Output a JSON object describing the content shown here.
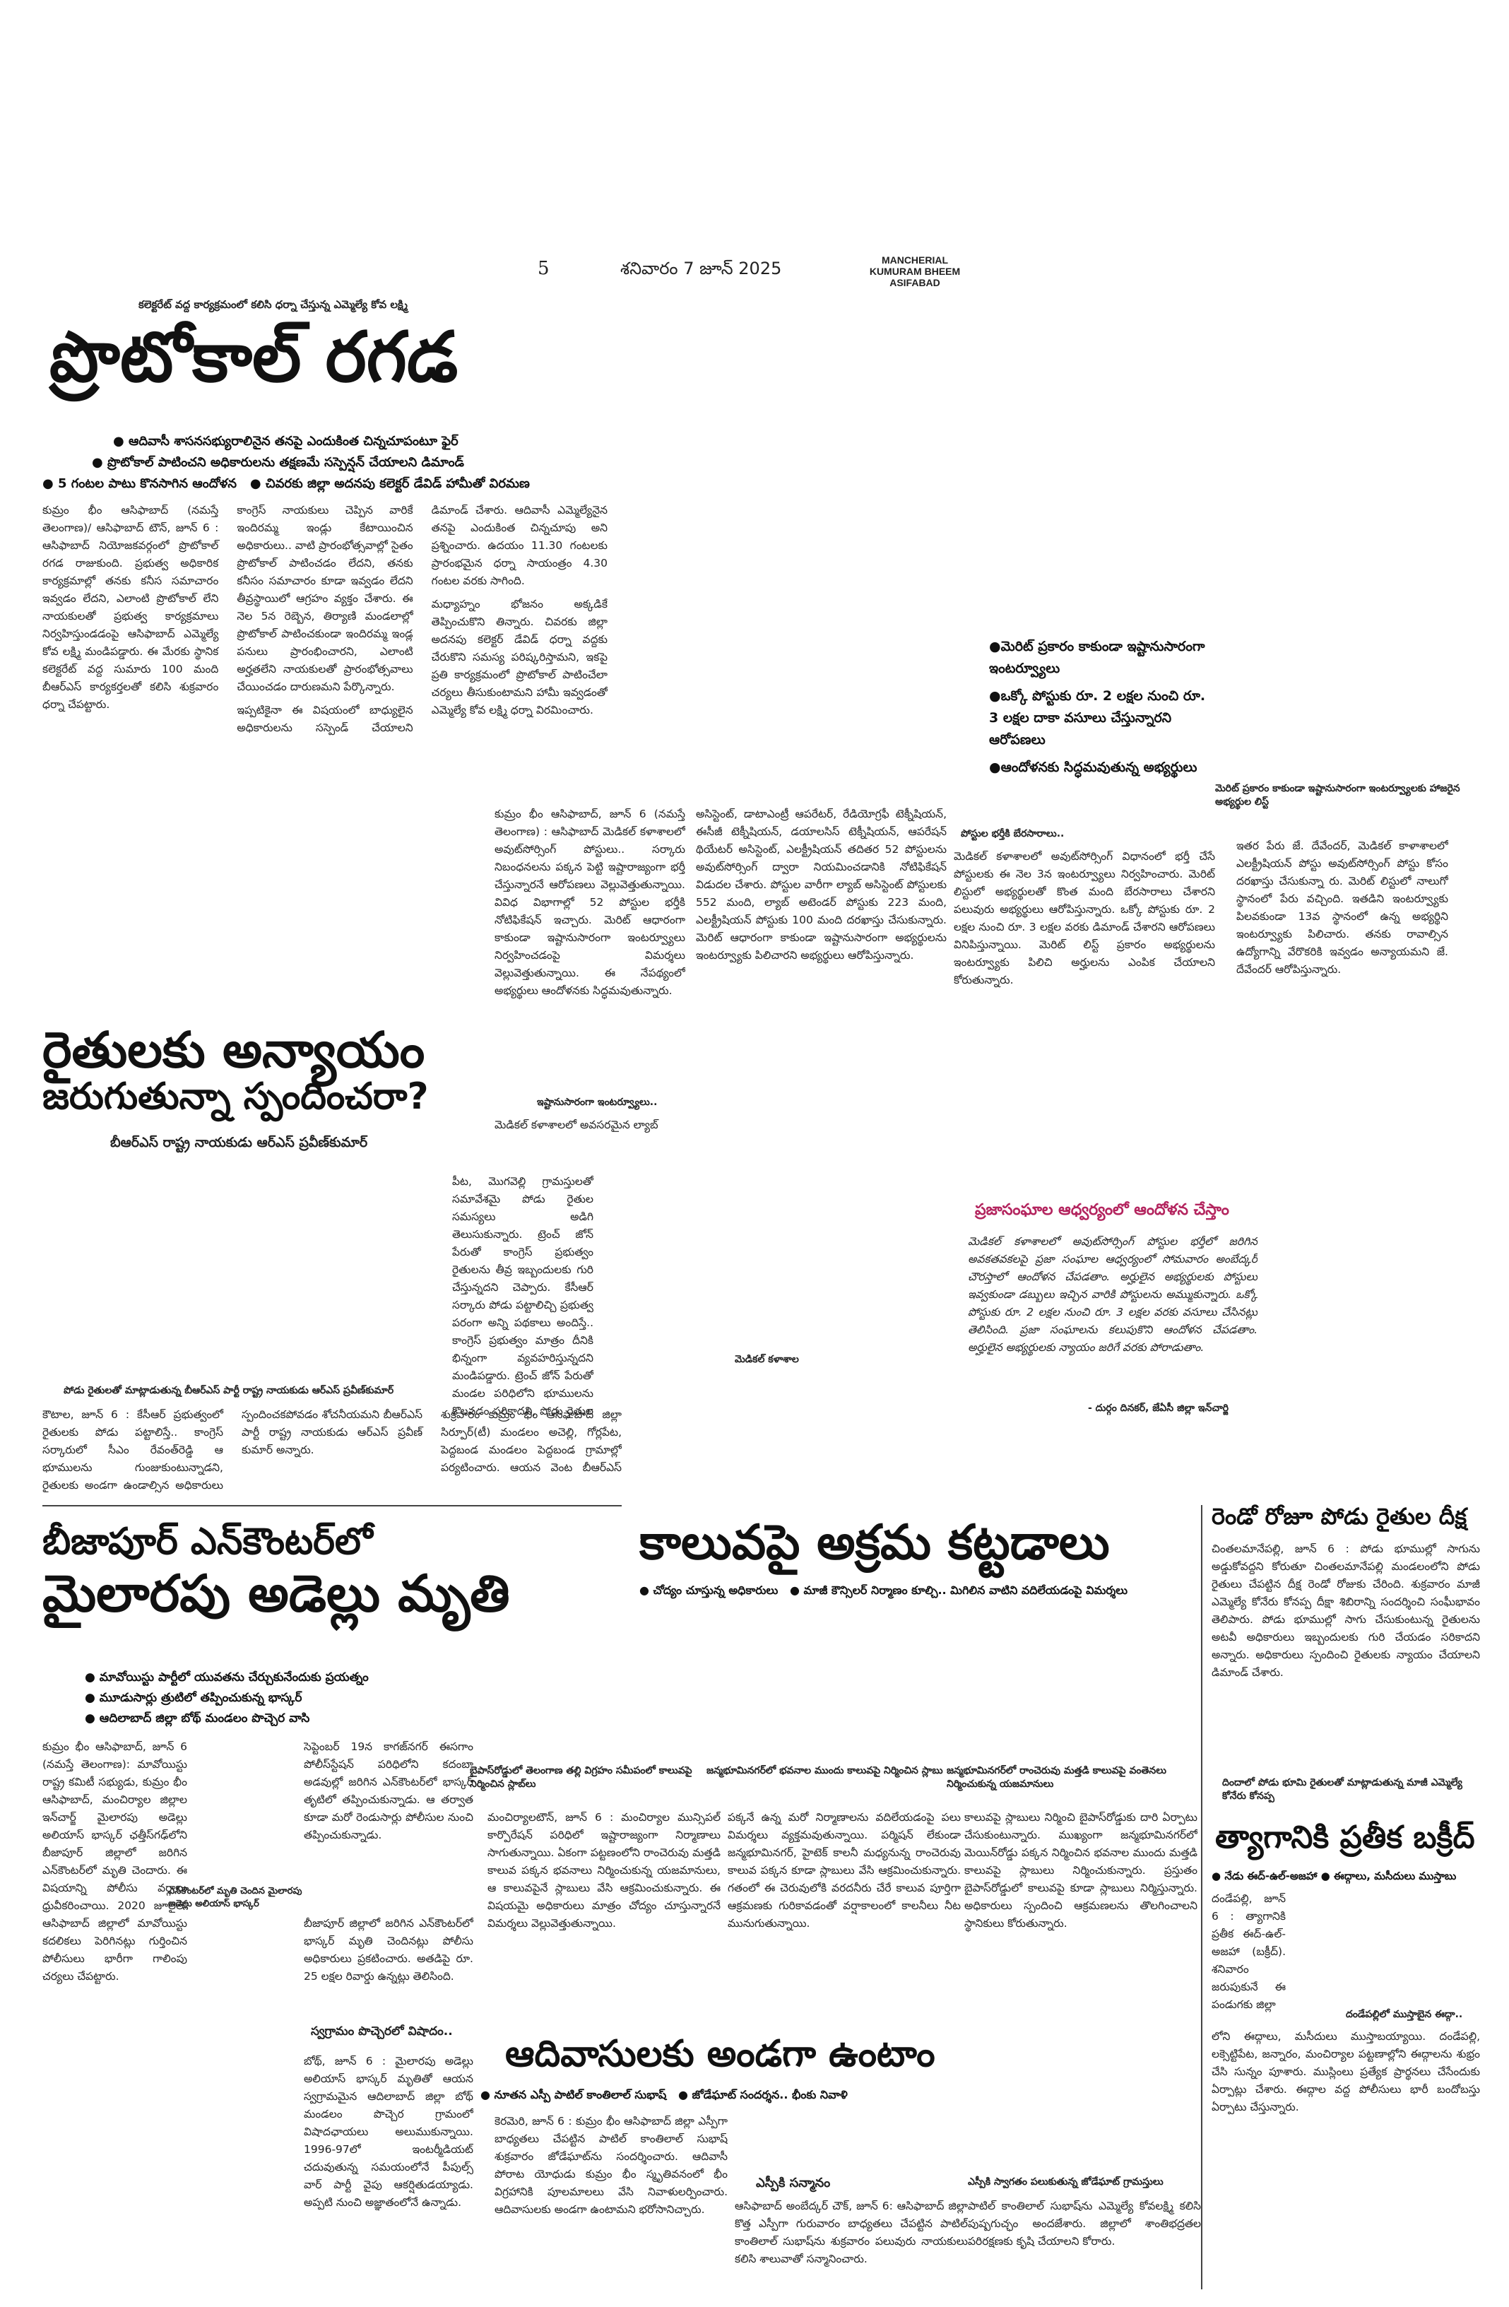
{
  "masthead": {
    "page_number": "5",
    "date": "శనివారం 7 జూన్ 2025",
    "edition": [
      "MANCHERIAL",
      "KUMURAM BHEEM",
      "ASIFABAD"
    ]
  },
  "lead": {
    "kicker": "కలెక్టరేట్ వద్ద కార్యక్రమంలో కలిసి ధర్నా చేస్తున్న ఎమ్మెల్యే కోవ లక్ష్మి",
    "headline": "ప్రొటోకాల్ రగడ",
    "bullets": [
      "ఆదివాసీ శాసనసభ్యురాలినైన తనపై ఎందుకింత చిన్నచూపంటూ ఫైర్",
      "ప్రొటోకాల్ పాటించని అధికారులను తక్షణమే సస్పెన్షన్ చేయాలని డిమాండ్",
      "5 గంటల పాటు కొనసాగిన ఆందోళన",
      "చివరకు జిల్లా అదనపు కలెక్టర్ డేవిడ్ హామీతో విరమణ"
    ],
    "paragraphs": [
      "కుమ్రం భీం ఆసిఫాబాద్ (నమస్తే తెలంగాణ)/ ఆసిఫాబాద్ టౌన్, జూన్ 6 : ఆసిఫాబాద్ నియోజకవర్గంలో ప్రొటోకాల్ రగడ రాజుకుంది. ప్రభుత్వ అధికారిక కార్యక్రమాల్లో తనకు కనీస సమాచారం ఇవ్వడం లేదని, ఎలాంటి ప్రొటోకాల్ లేని నాయకులతో ప్రభుత్వ కార్యక్రమాలు నిర్వహిస్తుండడంపై ఆసిఫాబాద్ ఎమ్మెల్యే కోవ లక్ష్మి మండిపడ్డారు. ఈ మేరకు స్థానిక కలెక్టరేట్ వద్ద సుమారు 100 మంది బీఆర్ఎస్ కార్యకర్తలతో కలిసి శుక్రవారం ధర్నా చేపట్టారు.",
      "కాంగ్రెస్ నాయకులు చెప్పిన వారికే ఇందిరమ్మ ఇండ్లు కేటాయించిన అధికారులు.. వాటి ప్రారంభోత్సవాల్లో సైతం ప్రొటోకాల్ పాటించడం లేదని, తనకు కనీసం సమాచారం కూడా ఇవ్వడం లేదని తీవ్రస్థాయిలో ఆగ్రహం వ్యక్తం చేశారు. ఈ నెల 5న రెబ్బెన, తిర్యాణి మండలాల్లో ప్రొటోకాల్ పాటించకుండా ఇందిరమ్మ ఇండ్ల పనులు ప్రారంభించారని, ఎలాంటి అర్హతలేని నాయకులతో ప్రారంభోత్సవాలు చేయించడం దారుణమని పేర్కొన్నారు.",
      "ఇప్పటికైనా ఈ విషయంలో బాధ్యులైన అధికారులను సస్పెండ్ చేయాలని డిమాండ్ చేశారు. ఆదివాసీ ఎమ్మెల్యేనైన తనపై ఎందుకింత చిన్నచూపు అని ప్రశ్నించారు. ఉదయం 11.30 గంటలకు ప్రారంభమైన ధర్నా సాయంత్రం 4.30 గంటల వరకు సాగింది.",
      "మధ్యాహ్నం భోజనం అక్కడికే తెప్పించుకొని తిన్నారు. చివరకు జిల్లా అదనపు కలెక్టర్ డేవిడ్ ధర్నా వద్దకు చేరుకొని సమస్య పరిష్కరిస్తామని, ఇకపై ప్రతి కార్యక్రమంలో ప్రొటోకాల్ పాటించేలా చర్యలు తీసుకుంటామని హామీ ఇవ్వడంతో ఎమ్మెల్యే కోవ లక్ష్మి ధర్నా విరమించారు."
    ]
  },
  "farmers_story": {
    "headline_line1": "రైతులకు అన్యాయం",
    "headline_line2": "జరుగుతున్నా స్పందించరా?",
    "byline": "బీఆర్ఎస్ రాష్ట్ర నాయకుడు ఆర్ఎస్ ప్రవీణ్‌కుమార్",
    "photo_caption": "పోడు రైతులతో మాట్లాడుతున్న బీఆర్ఎస్ పార్టీ రాష్ట్ర నాయకుడు ఆర్ఎస్ ప్రవీణ్‌కుమార్",
    "column_top": "పీట, మొగవెల్లి గ్రామస్తులతో సమావేశమై పోడు రైతుల సమస్యలు అడిగి తెలుసుకున్నారు. ట్రెంచ్ జోన్ పేరుతో కాంగ్రెస్ ప్రభుత్వం రైతులను తీవ్ర ఇబ్బందులకు గురి చేస్తున్నదని చెప్పారు. కేసీఆర్ సర్కారు పోడు పట్టాలిచ్చి ప్రభుత్వ పరంగా అన్ని పథకాలు అందిస్తే.. కాంగ్రెస్ ప్రభుత్వం మాత్రం దీనికి భిన్నంగా వ్యవహరిస్తున్నదని మండిపడ్డారు. ట్రెంచ్ జోన్ పేరుతో మండల పరిధిలోని భూములను కొలవడం సరికాదని, పోడు రైతుల భూములను లాక్కొనే ప్రయత్నం జరుగుతుందన్నారు. కాంగ్రెస్ ప్రభుత్వం వచ్చినప్పటి నుంచి రైతులకు అన్ని రకాలుగా అన్యాయం జరుగుతుందని ఆరోపించారు.",
    "paragraphs": [
      "కౌటాల, జూన్ 6 : కేసీఆర్ ప్రభుత్వంలో రైతులకు పోడు పట్టాలిస్తే.. కాంగ్రెస్ సర్కారులో సీఎం రేవంత్‌రెడ్డి ఆ భూములను గుంజుకుంటున్నాడని, రైతులకు అండగా ఉండాల్సిన అధికారులు స్పందించకపోవడం శోచనీయమని బీఆర్ఎస్ పార్టీ రాష్ట్ర నాయకుడు ఆర్ఎస్ ప్రవీణ్ కుమార్ అన్నారు.",
      "శుక్రవారం కుమ్రం భీం ఆసిఫాబాద్ జిల్లా సిర్పూర్(టీ) మండలం అచెల్లి, గోర్లపేట, పెద్దబండ మండలం పెద్దబండ గ్రామాల్లో పర్యటించారు. ఆయన వెంట బీఆర్ఎస్ నాయకులు, కార్యకర్తలు, పోడు రైతులు ఉన్నారు."
    ]
  },
  "right_box": {
    "items": [
      "మెరిట్ ప్రకారం కాకుండా ఇష్టానుసారంగా ఇంటర్వ్యూలు",
      "ఒక్కో పోస్టుకు రూ. 2 లక్షల నుంచి రూ. 3 లక్షల దాకా వసూలు చేస్తున్నారని ఆరోపణలు",
      "ఆందోళనకు సిద్ధమవుతున్న అభ్యర్థులు"
    ],
    "photo_caption": "మెరిట్ ప్రకారం కాకుండా ఇష్టానుసారంగా ఇంటర్వ్యూలకు హాజరైన అభ్యర్థుల లిస్ట్",
    "side_column": "ఇతర పేరు జే. దేవేందర్, మెడికల్ కాళాశాలలో ఎలక్ట్రీషియన్ పోస్టు అవుట్‌సోర్సింగ్ పోస్టు కోసం దరఖాస్తు చేసుకున్నా రు. మెరిట్ లిస్టులో నాలుగో స్థానంలో పేరు వచ్చింది. ఇతడిని ఇంటర్వ్యూకు పిలవకుండా 13వ స్థానంలో ఉన్న అభ్యర్థిని ఇంటర్వ్యూకు పిలిచారు. తనకు రావాల్సిన ఉద్యోగాన్ని వేరొకరికి ఇవ్వడం అన్యాయమని జే. దేవేందర్ ఆరోపిస్తున్నారు."
  },
  "medical_story": {
    "col1": "కుమ్రం భీం ఆసిఫాబాద్, జూన్ 6 (నమస్తే తెలంగాణ) : ఆసిఫాబాద్ మెడికల్ కళాశాలలో అవుట్‌సోర్సింగ్ పోస్టులు.. సర్కారు నిబంధనలను పక్కన పెట్టి ఇష్టారాజ్యంగా భర్తీ చేస్తున్నారనే ఆరోపణలు వెల్లువెత్తుతున్నాయి. వివిధ విభాగాల్లో 52 పోస్టుల భర్తీకి నోటిఫికేషన్ ఇచ్చారు. మెరిట్ ఆధారంగా కాకుండా ఇష్టానుసారంగా ఇంటర్వ్యూలు నిర్వహించడంపై విమర్శలు వెల్లువెత్తుతున్నాయి. ఈ నేపథ్యంలో అభ్యర్థులు ఆందోళనకు సిద్ధమవుతున్నారు.",
    "col1_subhead": "ఇష్టానుసారంగా ఇంటర్వ్యూలు..",
    "col1_tail": "మెడికల్ కళాశాలలో అవసరమైన ల్యాబ్",
    "col2": "అసిస్టెంట్, డాటాఎంట్రీ ఆపరేటర్, రేడియోగ్రఫీ టెక్నీషియన్, ఈసీజీ టెక్నీషియన్, డయాలసిస్ టెక్నీషియన్, ఆపరేషన్ థియేటర్ అసిస్టెంట్, ఎలక్ట్రీషియన్ తదితర 52 పోస్టులను అవుట్‌సోర్సింగ్ ద్వారా నియమించడానికి నోటిఫికేషన్ విడుదల చేశారు. పోస్టుల వారీగా ల్యాబ్ అసిస్టెంట్ పోస్టులకు 552 మంది, ల్యాబ్ అటెండర్ పోస్టుకు 223 మంది, ఎలక్ట్రీషియన్ పోస్టుకు 100 మంది దరఖాస్తు చేసుకున్నారు. మెరిట్ ఆధారంగా కాకుండా ఇష్టానుసారంగా అభ్యర్థులను ఇంటర్వ్యూకు పిలిచారని అభ్యర్థులు ఆరోపిస్తున్నారు.",
    "col3_subhead": "పోస్టుల భర్తీకి బేరసారాలు..",
    "col3": "మెడికల్ కళాశాలలో అవుట్‌సోర్సింగ్ విధానంలో భర్తీ చేసే పోస్టులకు ఈ నెల 3న ఇంటర్వ్యూలు నిర్వహించారు. మెరిట్ లిస్టులో అభ్యర్థులతో కొంత మంది బేరసారాలు చేశారని పలువురు అభ్యర్థులు ఆరోపిస్తున్నారు. ఒక్కో పోస్టుకు రూ. 2 లక్షల నుంచి రూ. 3 లక్షల వరకు డిమాండ్ చేశారని ఆరోపణలు వినిపిస్తున్నాయి. మెరిట్ లిస్ట్ ప్రకారం అభ్యర్థులను ఇంటర్వ్యూకు పిలిచి అర్హులను ఎంపిక చేయాలని కోరుతున్నారు.",
    "photo_caption": "మెడికల్ కళాశాల"
  },
  "quote_box": {
    "heading": "ప్రజాసంఘాల ఆధ్వర్యంలో ఆందోళన చేస్తాం",
    "text": "మెడికల్ కళాశాలలో అవుట్‌సోర్సింగ్ పోస్టుల భర్తీలో జరిగిన అవకతవకలపై ప్రజా సంఘాల ఆధ్వర్యంలో సోమవారం అంబేద్కర్ చౌరస్తాలో ఆందోళన చేపడతాం. అర్హులైన అభ్యర్థులకు పోస్టులు ఇవ్వకుండా డబ్బులు ఇచ్చిన వారికి పోస్టులను అమ్ముకున్నారు. ఒక్కో పోస్టుకు రూ. 2 లక్షల నుంచి రూ. 3 లక్షల వరకు వసూలు చేసినట్లు తెలిసింది. ప్రజా సంఘాలను కలుపుకొని ఆందోళన చేపడతాం. అర్హులైన అభ్యర్థులకు న్యాయం జరిగే వరకు పోరాడుతాం.",
    "attribution": "- దుర్గం దినకర్, జేఏసీ జిల్లా ఇన్‌చార్జి"
  },
  "encounter_story": {
    "headline_line1": "బీజాపూర్ ఎన్‌కౌంటర్‌లో",
    "headline_line2": "మైలారపు అడెల్లు మృతి",
    "bullets": [
      "మావోయిస్టు పార్టీలో యువతను చేర్చుకునేందుకు ప్రయత్నం",
      "మూడుసార్లు త్రుటిలో తప్పించుకున్న భాస్కర్",
      "ఆదిలాబాద్ జిల్లా బోథ్ మండలం పొచ్చెర వాసి"
    ],
    "col1": "కుమ్రం భీం ఆసిఫాబాద్, జూన్ 6 (నమస్తే తెలంగాణ): మావోయిస్టు రాష్ట్ర కమిటీ సభ్యుడు, కుమ్రం భీం ఆసిఫాబాద్, మంచిర్యాల జిల్లాల ఇన్‌చార్జ్ మైలారపు అడెల్లు అలియాస్ భాస్కర్ ఛత్తీస్‌గఢ్‌లోని బీజాపూర్ జిల్లాలో జరిగిన ఎన్‌కౌంటర్‌లో మృతి చెందారు. ఈ విషయాన్ని పోలీసు వర్గాలు ధ్రువీకరించాయి. 2020 జూలైలో ఆసిఫాబాద్ జిల్లాలో మావోయిస్టు కదలికలు పెరిగినట్లు గుర్తించిన పోలీసులు భారీగా గాలింపు చర్యలు చేపట్టారు.",
    "col2": "సెప్టెంబర్ 19న కాగజ్‌నగర్ ఈసగాం పోలీస్‌స్టేషన్ పరిధిలోని కదంబా అడవుల్లో జరిగిన ఎన్‌కౌంటర్‌లో భాస్కర్ తృటిలో తప్పించుకున్నాడు. ఆ తర్వాత కూడా మరో రెండుసార్లు పోలీసుల నుంచి తప్పించుకున్నాడు.",
    "subhead1": "ఎన్‌కౌంటర్‌లో మృతి చెందిన మైలారపు అడెల్లు అలియాస్ భాస్కర్",
    "col2b": "బీజాపూర్ జిల్లాలో జరిగిన ఎన్‌కౌంటర్‌లో భాస్కర్ మృతి చెందినట్లు పోలీసు అధికారులు ప్రకటించారు. అతడిపై రూ. 25 లక్షల రివార్డు ఉన్నట్లు తెలిసింది.",
    "subhead2": "స్వగ్రామం పొచ్చెరలో విషాదం..",
    "col3": "బోథ్, జూన్ 6 : మైలారపు అడెల్లు అలియాస్ భాస్కర్ మృతితో ఆయన స్వగ్రామమైన ఆదిలాబాద్ జిల్లా బోథ్ మండలం పొచ్చెర గ్రామంలో విషాదఛాయలు అలుముకున్నాయి. 1996-97లో ఇంటర్మీడియట్ చదువుతున్న సమయంలోనే పీపుల్స్ వార్ పార్టీ వైపు ఆకర్షితుడయ్యాడు. అప్పటి నుంచి అజ్ఞాతంలోనే ఉన్నాడు."
  },
  "canal_story": {
    "headline": "కాలువపై అక్రమ కట్టడాలు",
    "bullets": [
      "చోద్యం చూస్తున్న అధికారులు",
      "మాజీ కౌన్సిలర్ నిర్మాణం కూల్చి.. మిగిలిన వాటిని వదిలేయడంపై విమర్శలు"
    ],
    "photo_caption1": "బైపాస్‌రోడ్డులో తెలంగాణ తల్లి విగ్రహం సమీపంలో కాలువపై నిర్మించిన స్లాబ్‌లు",
    "photo_caption2": "జన్మభూమినగర్‌లో భవనాల ముందు కాలువపై నిర్మించిన స్లాబు",
    "photo_caption3": "జన్మభూమినగర్‌లో రాంచెరువు మత్తడి కాలువపై వంతెనలు నిర్మించుకున్న యజమానులు",
    "col1": "మంచిర్యాలటౌన్, జూన్ 6 : మంచిర్యాల మున్సిపల్ కార్పొరేషన్ పరిధిలో ఇష్టారాజ్యంగా నిర్మాణాలు సాగుతున్నాయి. ఏకంగా పట్టణంలోని రాంచెరువు మత్తడి కాలువ పక్కన భవనాలు నిర్మించుకున్న యజమానులు, ఆ కాలువపైనే స్లాబులు వేసి ఆక్రమించుకున్నారు. ఈ విషయమై అధికారులు మాత్రం చోద్యం చూస్తున్నారనే విమర్శలు వెల్లువెత్తుతున్నాయి.",
    "col2": "పక్కనే ఉన్న మరో నిర్మాణాలను వదిలేయడంపై పలు విమర్శలు వ్యక్తమవుతున్నాయి. పర్మిషన్ లేకుండా జన్మభూమినగర్, హైటెక్ కాలనీ మధ్యనున్న రాంచెరువు కాలువ పక్కన కూడా స్లాబులు వేసి ఆక్రమించుకున్నారు. గతంలో ఈ చెరువులోకి వరదనీరు చేరే కాలువ పూర్తిగా ఆక్రమణకు గురికావడంతో వర్షాకాలంలో కాలనీలు నీట మునుగుతున్నాయి.",
    "col3": "కాలువపై స్లాబులు నిర్మించి బైపాస్‌రోడ్డుకు దారి ఏర్పాటు చేసుకుంటున్నారు. ముఖ్యంగా జన్మభూమినగర్‌లో మెయిన్‌రోడ్డు పక్కన నిర్మించిన భవనాల ముందు మత్తడి కాలువపై స్లాబులు నిర్మించుకున్నారు. ప్రస్తుతం బైపాస్‌రోడ్డులో కాలువపై కూడా స్లాబులు నిర్మిస్తున్నారు. అధికారులు స్పందించి ఆక్రమణలను తొలగించాలని స్థానికులు కోరుతున్నారు."
  },
  "adivasi_story": {
    "headline": "ఆదివాసులకు అండగా ఉంటాం",
    "bullets": [
      "నూతన ఎస్పీ పాటిల్ కాంతిలాల్ సుభాష్",
      "జోడేఘాట్ సందర్శన.. భీంకు నివాళి"
    ],
    "col1": "కెరమెరి, జూన్ 6 : కుమ్రం భీం ఆసిఫాబాద్ జిల్లా ఎస్పీగా బాధ్యతలు చేపట్టిన పాటిల్ కాంతిలాల్ సుభాష్ శుక్రవారం జోడేఘాట్‌ను సందర్శించారు. ఆదివాసీ పోరాట యోధుడు కుమ్రం భీం స్మృతివనంలో భీం విగ్రహానికి పూలమాలలు వేసి నివాళులర్పించారు. ఆదివాసులకు అండగా ఉంటామని భరోసానిచ్చారు.",
    "col2_subhead": "ఎస్పీకి సన్మానం",
    "col2": "ఆసిఫాబాద్ అంబేద్కర్ చౌక్, జూన్ 6: ఆసిఫాబాద్ జిల్లా కొత్త ఎస్పీగా గురువారం బాధ్యతలు చేపట్టిన పాటిల్ కాంతిలాల్ సుభాష్‌ను శుక్రవారం పలువురు నాయకులు కలిసి శాలువాతో సన్మానించారు.",
    "photo_caption": "ఎస్పీకి స్వాగతం పలుకుతున్న జోడేఘాట్ గ్రామస్తులు",
    "col3": "పాటిల్ కాంతిలాల్ సుభాష్‌ను ఎమ్మెల్యే కోవలక్ష్మి కలిసి పుష్పగుచ్ఛం అందజేశారు. జిల్లాలో శాంతిభద్రతల పరిరక్షణకు కృషి చేయాలని కోరారు."
  },
  "podu_story": {
    "headline": "రెండో రోజూ పోడు రైతుల దీక్ష",
    "text": "చింతలమానేపల్లి, జూన్ 6 : పోడు భూముల్లో సాగును అడ్డుకోవద్దని కోరుతూ చింతలమానేపల్లి మండలంలోని పోడు రైతులు చేపట్టిన దీక్ష రెండో రోజుకు చేరింది. శుక్రవారం మాజీ ఎమ్మెల్యే కోనేరు కోనప్ప దీక్షా శిబిరాన్ని సందర్శించి సంఘీభావం తెలిపారు. పోడు భూముల్లో సాగు చేసుకుంటున్న రైతులను అటవీ అధికారులు ఇబ్బందులకు గురి చేయడం సరికాదని అన్నారు. అధికారులు స్పందించి రైతులకు న్యాయం చేయాలని డిమాండ్ చేశారు."
  },
  "bakrid_story": {
    "kicker": "దిందాలో పోడు భూమి రైతులతో మాట్లాడుతున్న మాజీ ఎమ్మెల్యే కోనేరు కోనప్ప",
    "headline": "త్యాగానికి ప్రతీక బక్రీద్",
    "bullets": "నేడు ఈద్-ఉల్-అజహా ● ఈద్గాలు, మసీదులు ముస్తాబు",
    "text_left": "దండేపల్లి, జూన్ 6 : త్యాగానికి ప్రతీక ఈద్-ఉల్-అజహా (బక్రీద్). శనివారం జరుపుకునే ఈ పండుగకు జిల్లా",
    "photo_caption": "దండేపల్లిలో ముస్తాబైన ఈద్గా..",
    "text": "లోని ఈద్గాలు, మసీదులు ముస్తాబయ్యాయి. దండేపల్లి, లక్సెట్టిపేట, జన్నారం, మంచిర్యాల పట్టణాల్లోని ఈద్గాలను శుభ్రం చేసి సున్నం పూశారు. ముస్లింలు ప్రత్యేక ప్రార్థనలు చేసేందుకు ఏర్పాట్లు చేశారు. ఈద్గాల వద్ద పోలీసులు భారీ బందోబస్తు ఏర్పాటు చేస్తున్నారు."
  }
}
